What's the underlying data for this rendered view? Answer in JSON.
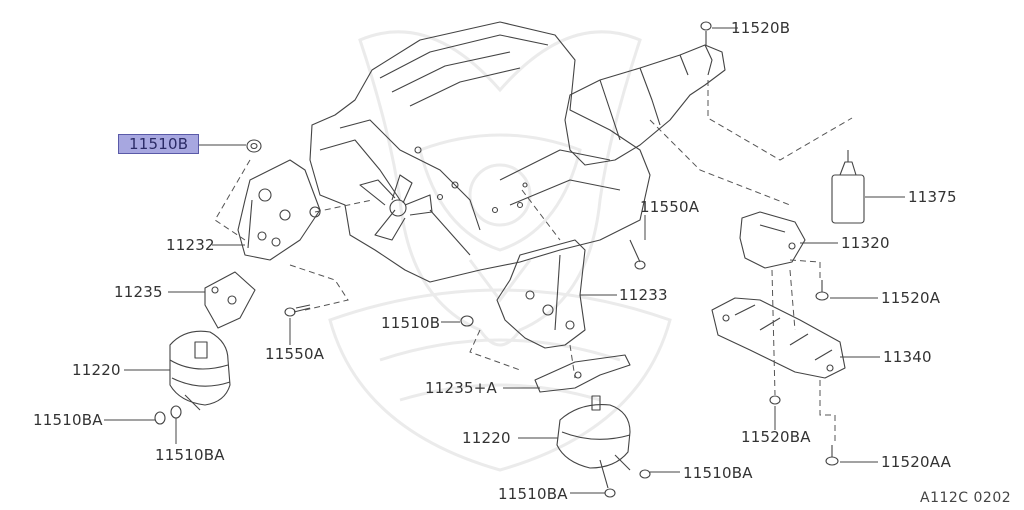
{
  "diagram": {
    "highlight_color": "#a7a7e0",
    "line_color": "#444444",
    "watermark_color": "#ececec",
    "reference_code": "A112C 0202",
    "parts": [
      {
        "id": "p1",
        "label": "11510B",
        "highlighted": true
      },
      {
        "id": "p2",
        "label": "11232"
      },
      {
        "id": "p3",
        "label": "11235"
      },
      {
        "id": "p4",
        "label": "11220"
      },
      {
        "id": "p5",
        "label": "11510BA"
      },
      {
        "id": "p6",
        "label": "11510BA"
      },
      {
        "id": "p7",
        "label": "11550A"
      },
      {
        "id": "p8",
        "label": "11520B"
      },
      {
        "id": "p9",
        "label": "11550A"
      },
      {
        "id": "p10",
        "label": "11375"
      },
      {
        "id": "p11",
        "label": "11320"
      },
      {
        "id": "p12",
        "label": "11233"
      },
      {
        "id": "p13",
        "label": "11510B"
      },
      {
        "id": "p14",
        "label": "11520A"
      },
      {
        "id": "p15",
        "label": "11340"
      },
      {
        "id": "p16",
        "label": "11235+A"
      },
      {
        "id": "p17",
        "label": "11520BA"
      },
      {
        "id": "p18",
        "label": "11220"
      },
      {
        "id": "p19",
        "label": "11510BA"
      },
      {
        "id": "p20",
        "label": "11520AA"
      },
      {
        "id": "p21",
        "label": "11510BA"
      }
    ]
  }
}
